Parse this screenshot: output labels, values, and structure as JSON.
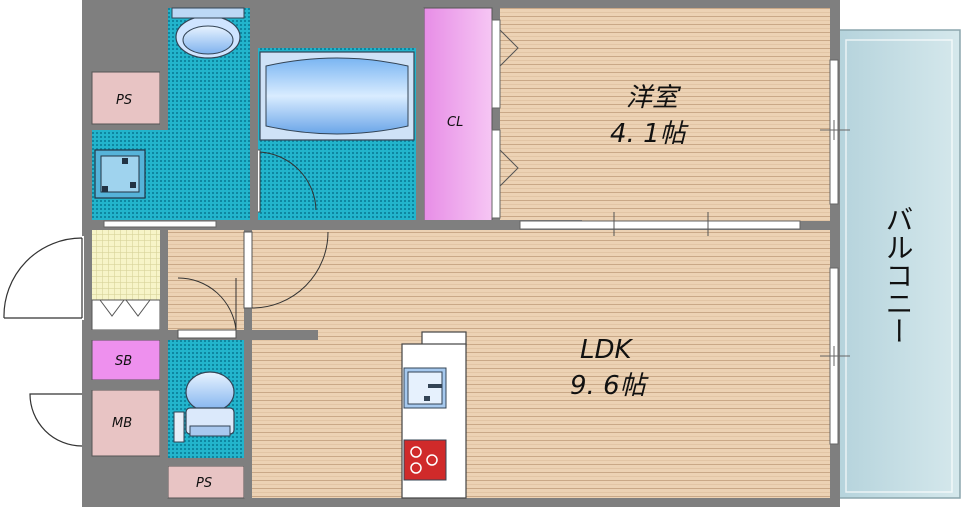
{
  "rooms": {
    "western": {
      "name": "洋室",
      "size": "4. 1帖"
    },
    "ldk": {
      "name": "LDK",
      "size": "9. 6帖"
    },
    "closet": "CL",
    "ps_top": "PS",
    "ps_bottom": "PS",
    "sb": "SB",
    "mb": "MB",
    "balcony": "バルコニー"
  },
  "colors": {
    "wall": "#7f7f7f",
    "wood": "#e9c9a6",
    "water": "#1ab0c8",
    "closet": "#ee90ee",
    "storage": "#e8c4c4",
    "balcony": "#c7dfe6",
    "entrance": "#f4f2c0"
  }
}
